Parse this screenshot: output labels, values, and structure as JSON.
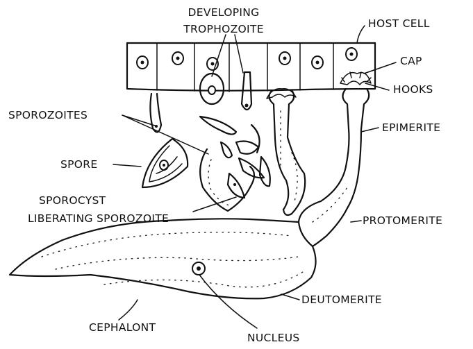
{
  "labels": {
    "developing_trophozoite_line1": "DEVELOPING",
    "developing_trophozoite_line2": "TROPHOZOITE",
    "host_cell": "HOST CELL",
    "cap": "CAP",
    "hooks": "HOOKS",
    "sporozoites": "SPOROZOITES",
    "epimerite": "EPIMERITE",
    "spore": "SPORE",
    "sporocyst_line1": "SPOROCYST",
    "sporocyst_line2": "LIBERATING SPOROZOITE",
    "protomerite": "PROTOMERITE",
    "deutomerite": "DEUTOMERITE",
    "cephalont": "CEPHALONT",
    "nucleus": "NUCLEUS"
  }
}
